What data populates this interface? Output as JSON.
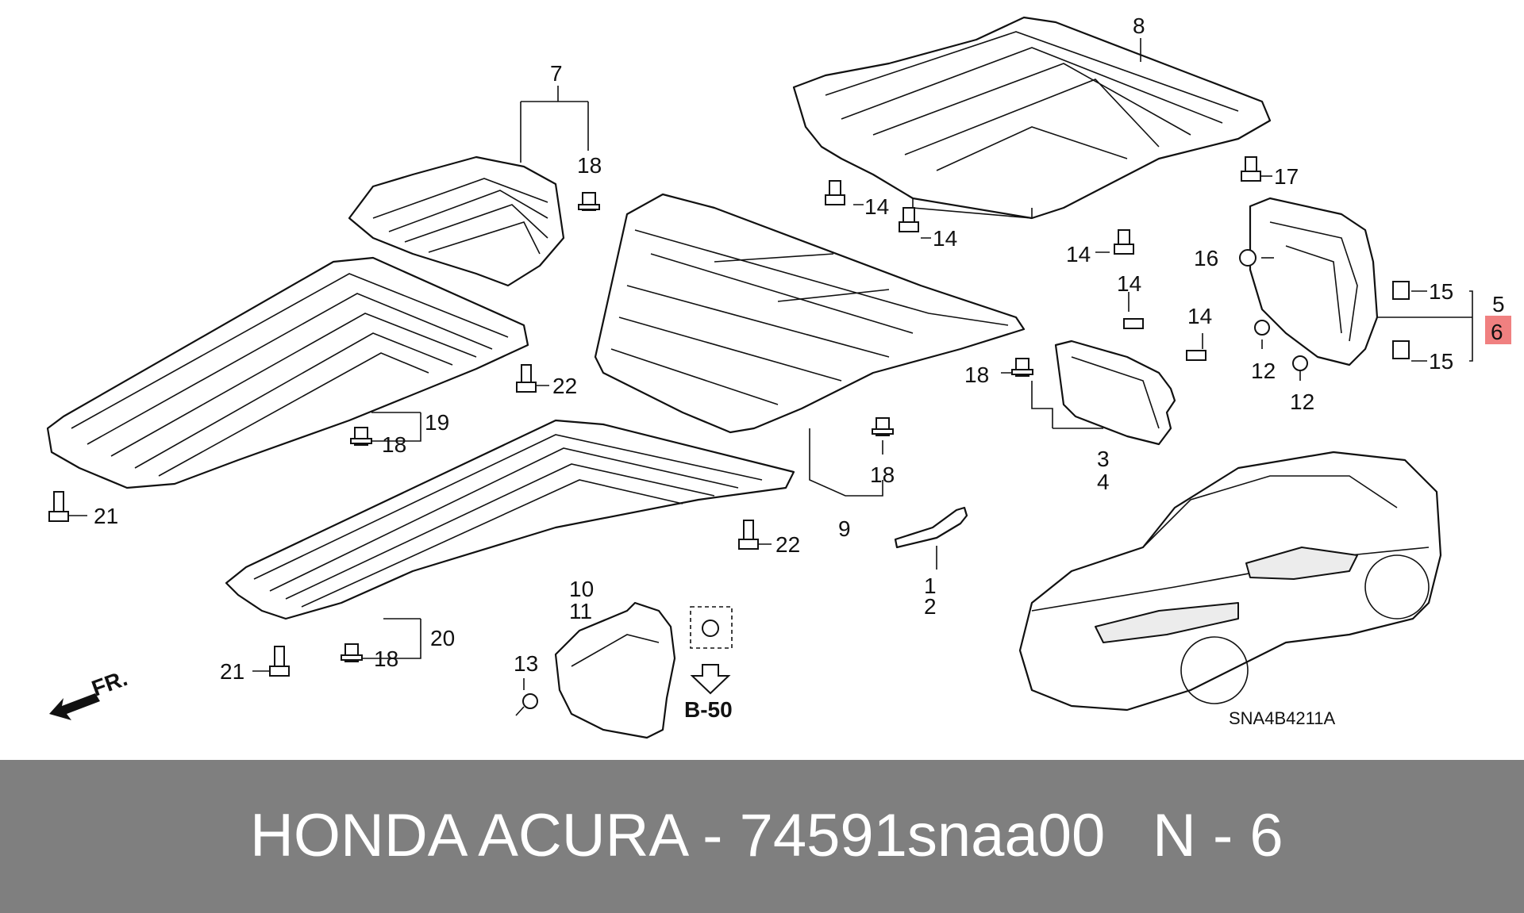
{
  "diagram": {
    "callouts": {
      "c1": "1",
      "c2": "2",
      "c3": "3",
      "c4": "4",
      "c5": "5",
      "c6": "6",
      "c7": "7",
      "c8": "8",
      "c9": "9",
      "c10": "10",
      "c11": "11",
      "c12a": "12",
      "c12b": "12",
      "c13": "13",
      "c14a": "14",
      "c14b": "14",
      "c14c": "14",
      "c14d": "14",
      "c14e": "14",
      "c15a": "15",
      "c15b": "15",
      "c16": "16",
      "c17": "17",
      "c18a": "18",
      "c18b": "18",
      "c18c": "18",
      "c18d": "18",
      "c18e": "18",
      "c19": "19",
      "c20": "20",
      "c21a": "21",
      "c21b": "21",
      "c22a": "22",
      "c22b": "22"
    },
    "highlighted_callout": "6",
    "highlight_color": "#f08080",
    "front_marker": "FR.",
    "reference_code": "B-50",
    "figure_code": "SNA4B4211A"
  },
  "footer": {
    "part_title": "HONDA ACURA - 74591snaa00",
    "position_label": "N - 6",
    "background_color": "#7f7f7f"
  }
}
